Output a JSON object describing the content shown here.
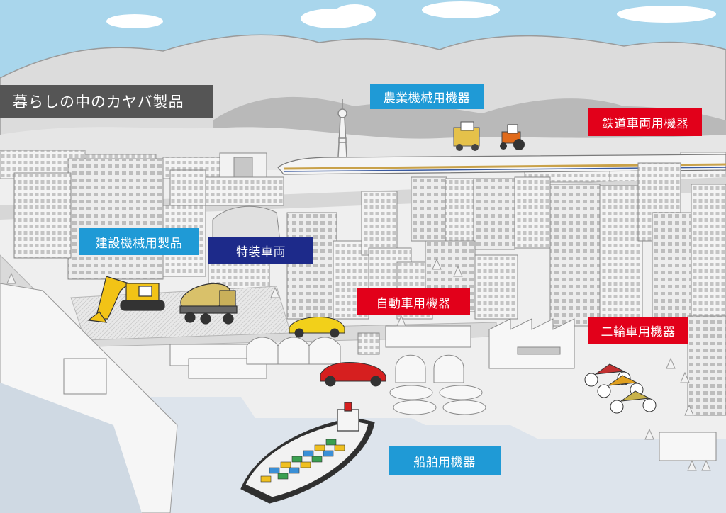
{
  "title": "暮らしの中のカヤバ製品",
  "labels": {
    "agriculture": "農業機械用機器",
    "railway": "鉄道車両用機器",
    "construction": "建設機械用製品",
    "special_vehicle": "特装車両",
    "automobile": "自動車用機器",
    "motorcycle": "二輪車用機器",
    "marine": "船舶用機器"
  },
  "colors": {
    "sky": "#a9d6ec",
    "label_blue": "#1f9ad6",
    "label_red": "#e2001a",
    "label_navy": "#1d2a8a",
    "title_gray": "#555555",
    "building": "#f3f3f3",
    "mountain": "#c9c9c9"
  }
}
